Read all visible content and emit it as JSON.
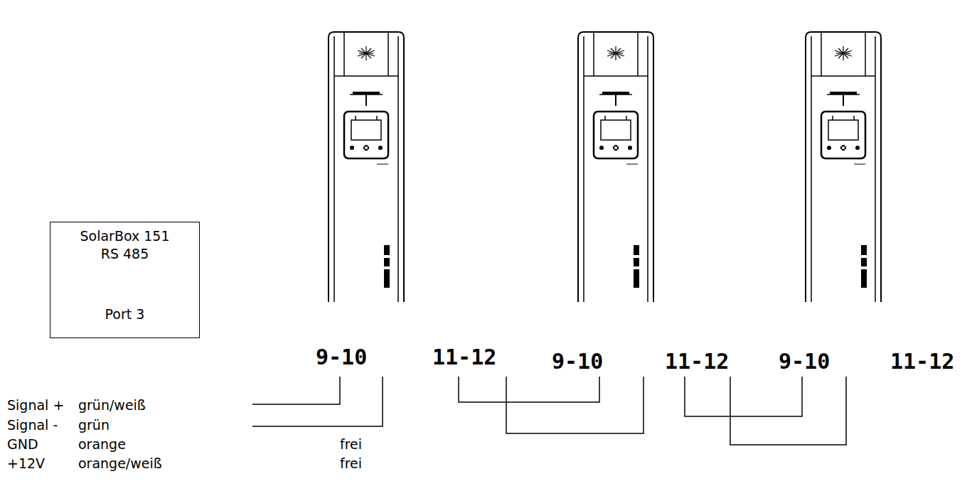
{
  "diagram": {
    "nodes": [
      {
        "text": [
          "SolarBox 151",
          "RS 485",
          "Port 3"
        ]
      }
    ],
    "labels": [
      "9-10",
      "11-12",
      "9-10",
      "11-12",
      "9-10",
      "11-12",
      "Signal +",
      "grün/weiß",
      "Signal -",
      "grün",
      "GND",
      "orange",
      "frei",
      "+12V",
      "orange/weiß",
      "frei"
    ]
  }
}
